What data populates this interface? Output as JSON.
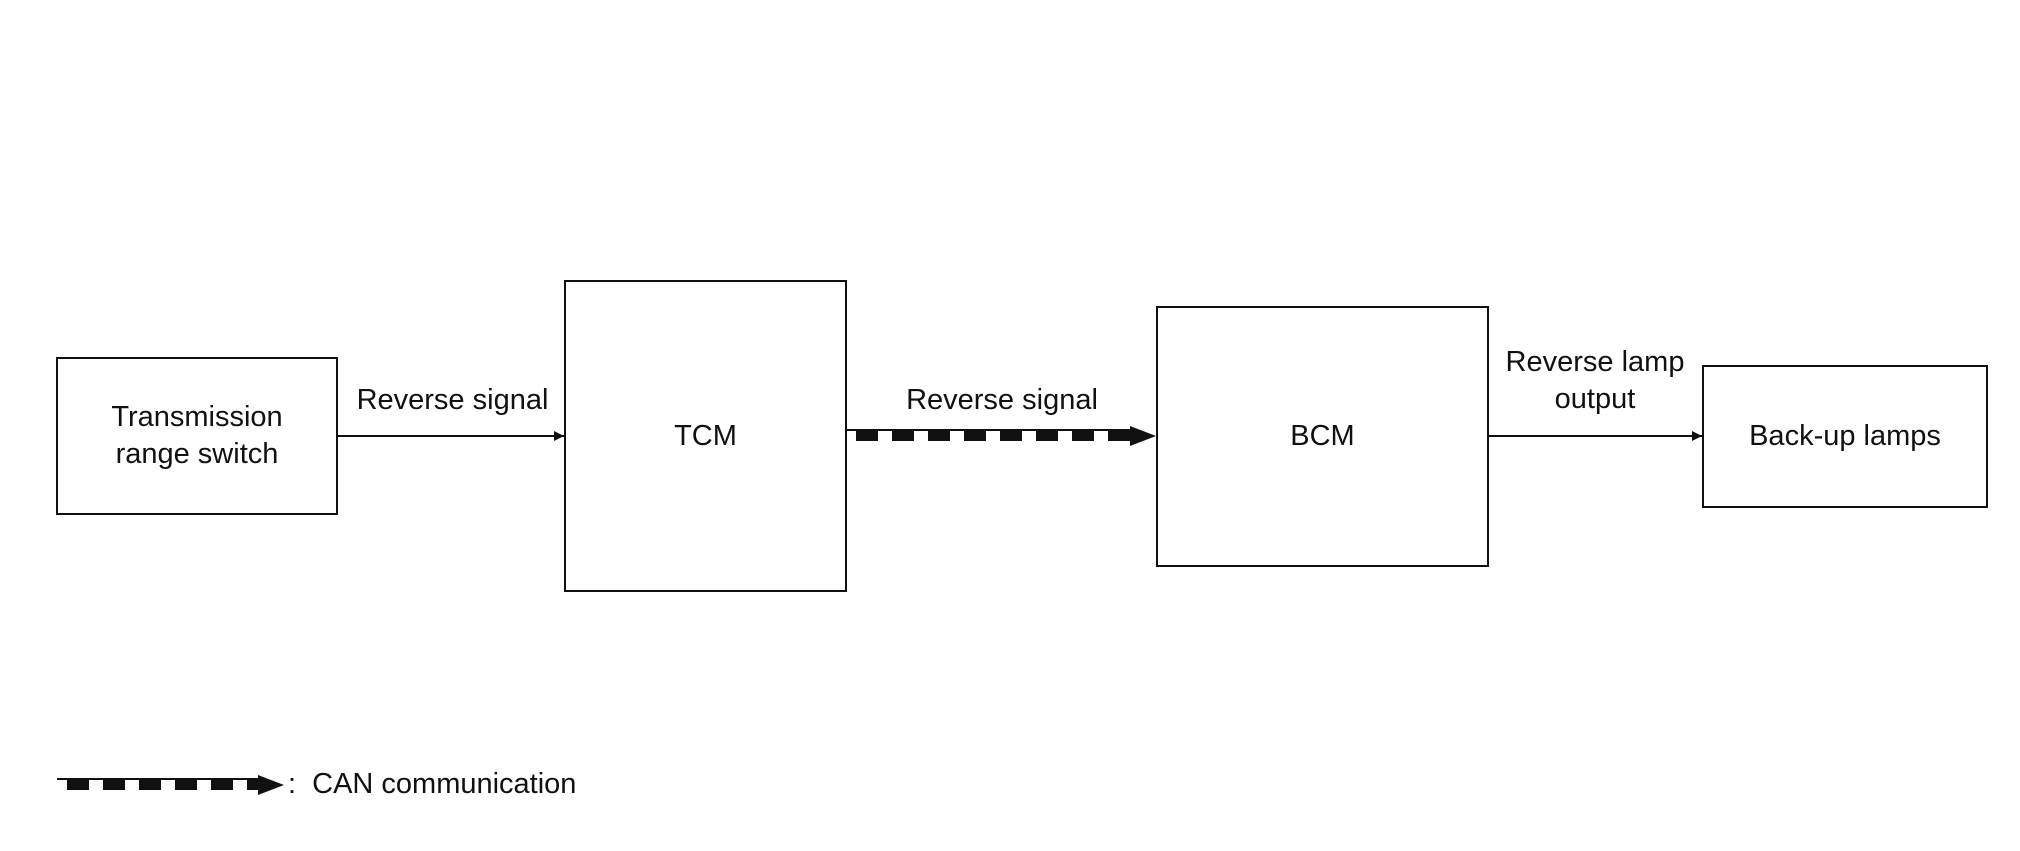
{
  "diagram": {
    "nodes": {
      "transmission_range_switch": {
        "line1": "Transmission",
        "line2": "range switch"
      },
      "tcm": "TCM",
      "bcm": "BCM",
      "backup_lamps": "Back-up lamps"
    },
    "edges": [
      {
        "from": "transmission_range_switch",
        "to": "tcm",
        "label": "Reverse signal",
        "style": "solid"
      },
      {
        "from": "tcm",
        "to": "bcm",
        "label": "Reverse signal",
        "style": "can"
      },
      {
        "from": "bcm",
        "to": "backup_lamps",
        "label_line1": "Reverse lamp",
        "label_line2": "output",
        "style": "solid"
      }
    ],
    "legend": {
      "colon": ":",
      "text": "CAN communication"
    }
  }
}
